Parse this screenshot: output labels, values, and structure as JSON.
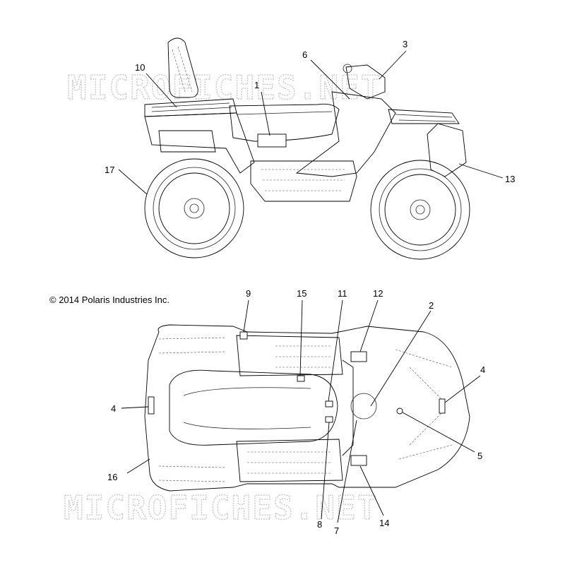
{
  "watermark": {
    "text": "MICROFICHES.NET"
  },
  "copyright": "© 2014 Polaris Industries Inc.",
  "callouts": {
    "c1": "1",
    "c2": "2",
    "c3": "3",
    "c4a": "4",
    "c4b": "4",
    "c5": "5",
    "c6": "6",
    "c7": "7",
    "c8": "8",
    "c9": "9",
    "c10": "10",
    "c11": "11",
    "c12": "12",
    "c13": "13",
    "c14": "14",
    "c15": "15",
    "c16": "16",
    "c17": "17"
  }
}
